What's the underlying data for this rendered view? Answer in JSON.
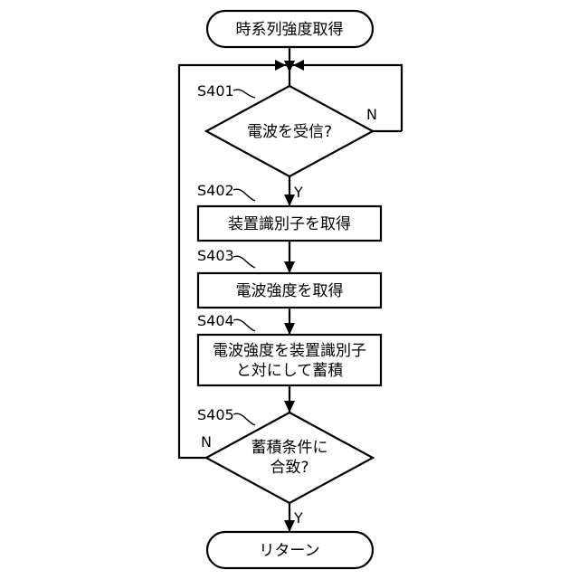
{
  "flowchart": {
    "start": "時系列強度取得",
    "end": "リターン",
    "steps": [
      {
        "id": "S401",
        "type": "decision",
        "lines": [
          "電波を受信?"
        ],
        "yes": "Y",
        "no": "N"
      },
      {
        "id": "S402",
        "type": "process",
        "lines": [
          "装置識別子を取得"
        ]
      },
      {
        "id": "S403",
        "type": "process",
        "lines": [
          "電波強度を取得"
        ]
      },
      {
        "id": "S404",
        "type": "process",
        "lines": [
          "電波強度を装置識別子",
          "と対にして蓄積"
        ]
      },
      {
        "id": "S405",
        "type": "decision",
        "lines": [
          "蓄積条件に",
          "合致?"
        ],
        "yes": "Y",
        "no": "N"
      }
    ]
  }
}
